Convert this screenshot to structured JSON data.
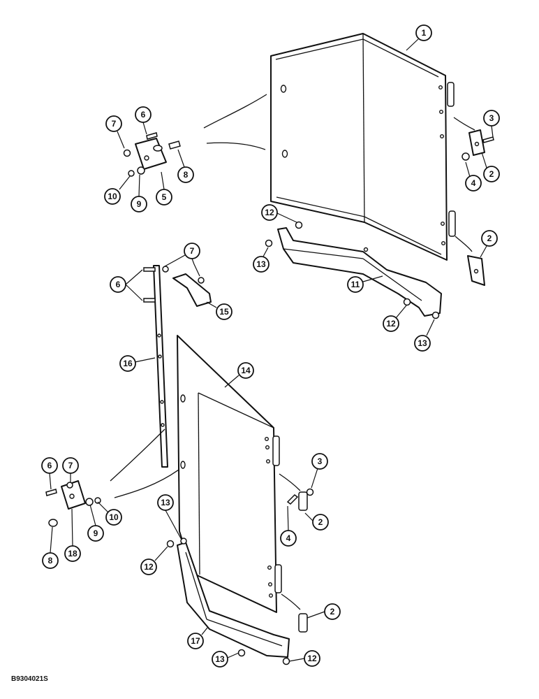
{
  "reference_code": "B9304021S",
  "callouts": [
    {
      "label": "1"
    },
    {
      "label": "3"
    },
    {
      "label": "2"
    },
    {
      "label": "4"
    },
    {
      "label": "6"
    },
    {
      "label": "7"
    },
    {
      "label": "8"
    },
    {
      "label": "10"
    },
    {
      "label": "9"
    },
    {
      "label": "5"
    },
    {
      "label": "12"
    },
    {
      "label": "13"
    },
    {
      "label": "2"
    },
    {
      "label": "11"
    },
    {
      "label": "12"
    },
    {
      "label": "13"
    },
    {
      "label": "7"
    },
    {
      "label": "6"
    },
    {
      "label": "15"
    },
    {
      "label": "16"
    },
    {
      "label": "14"
    },
    {
      "label": "6"
    },
    {
      "label": "7"
    },
    {
      "label": "3"
    },
    {
      "label": "2"
    },
    {
      "label": "4"
    },
    {
      "label": "10"
    },
    {
      "label": "9"
    },
    {
      "label": "8"
    },
    {
      "label": "18"
    },
    {
      "label": "13"
    },
    {
      "label": "12"
    },
    {
      "label": "2"
    },
    {
      "label": "17"
    },
    {
      "label": "13"
    },
    {
      "label": "12"
    }
  ]
}
